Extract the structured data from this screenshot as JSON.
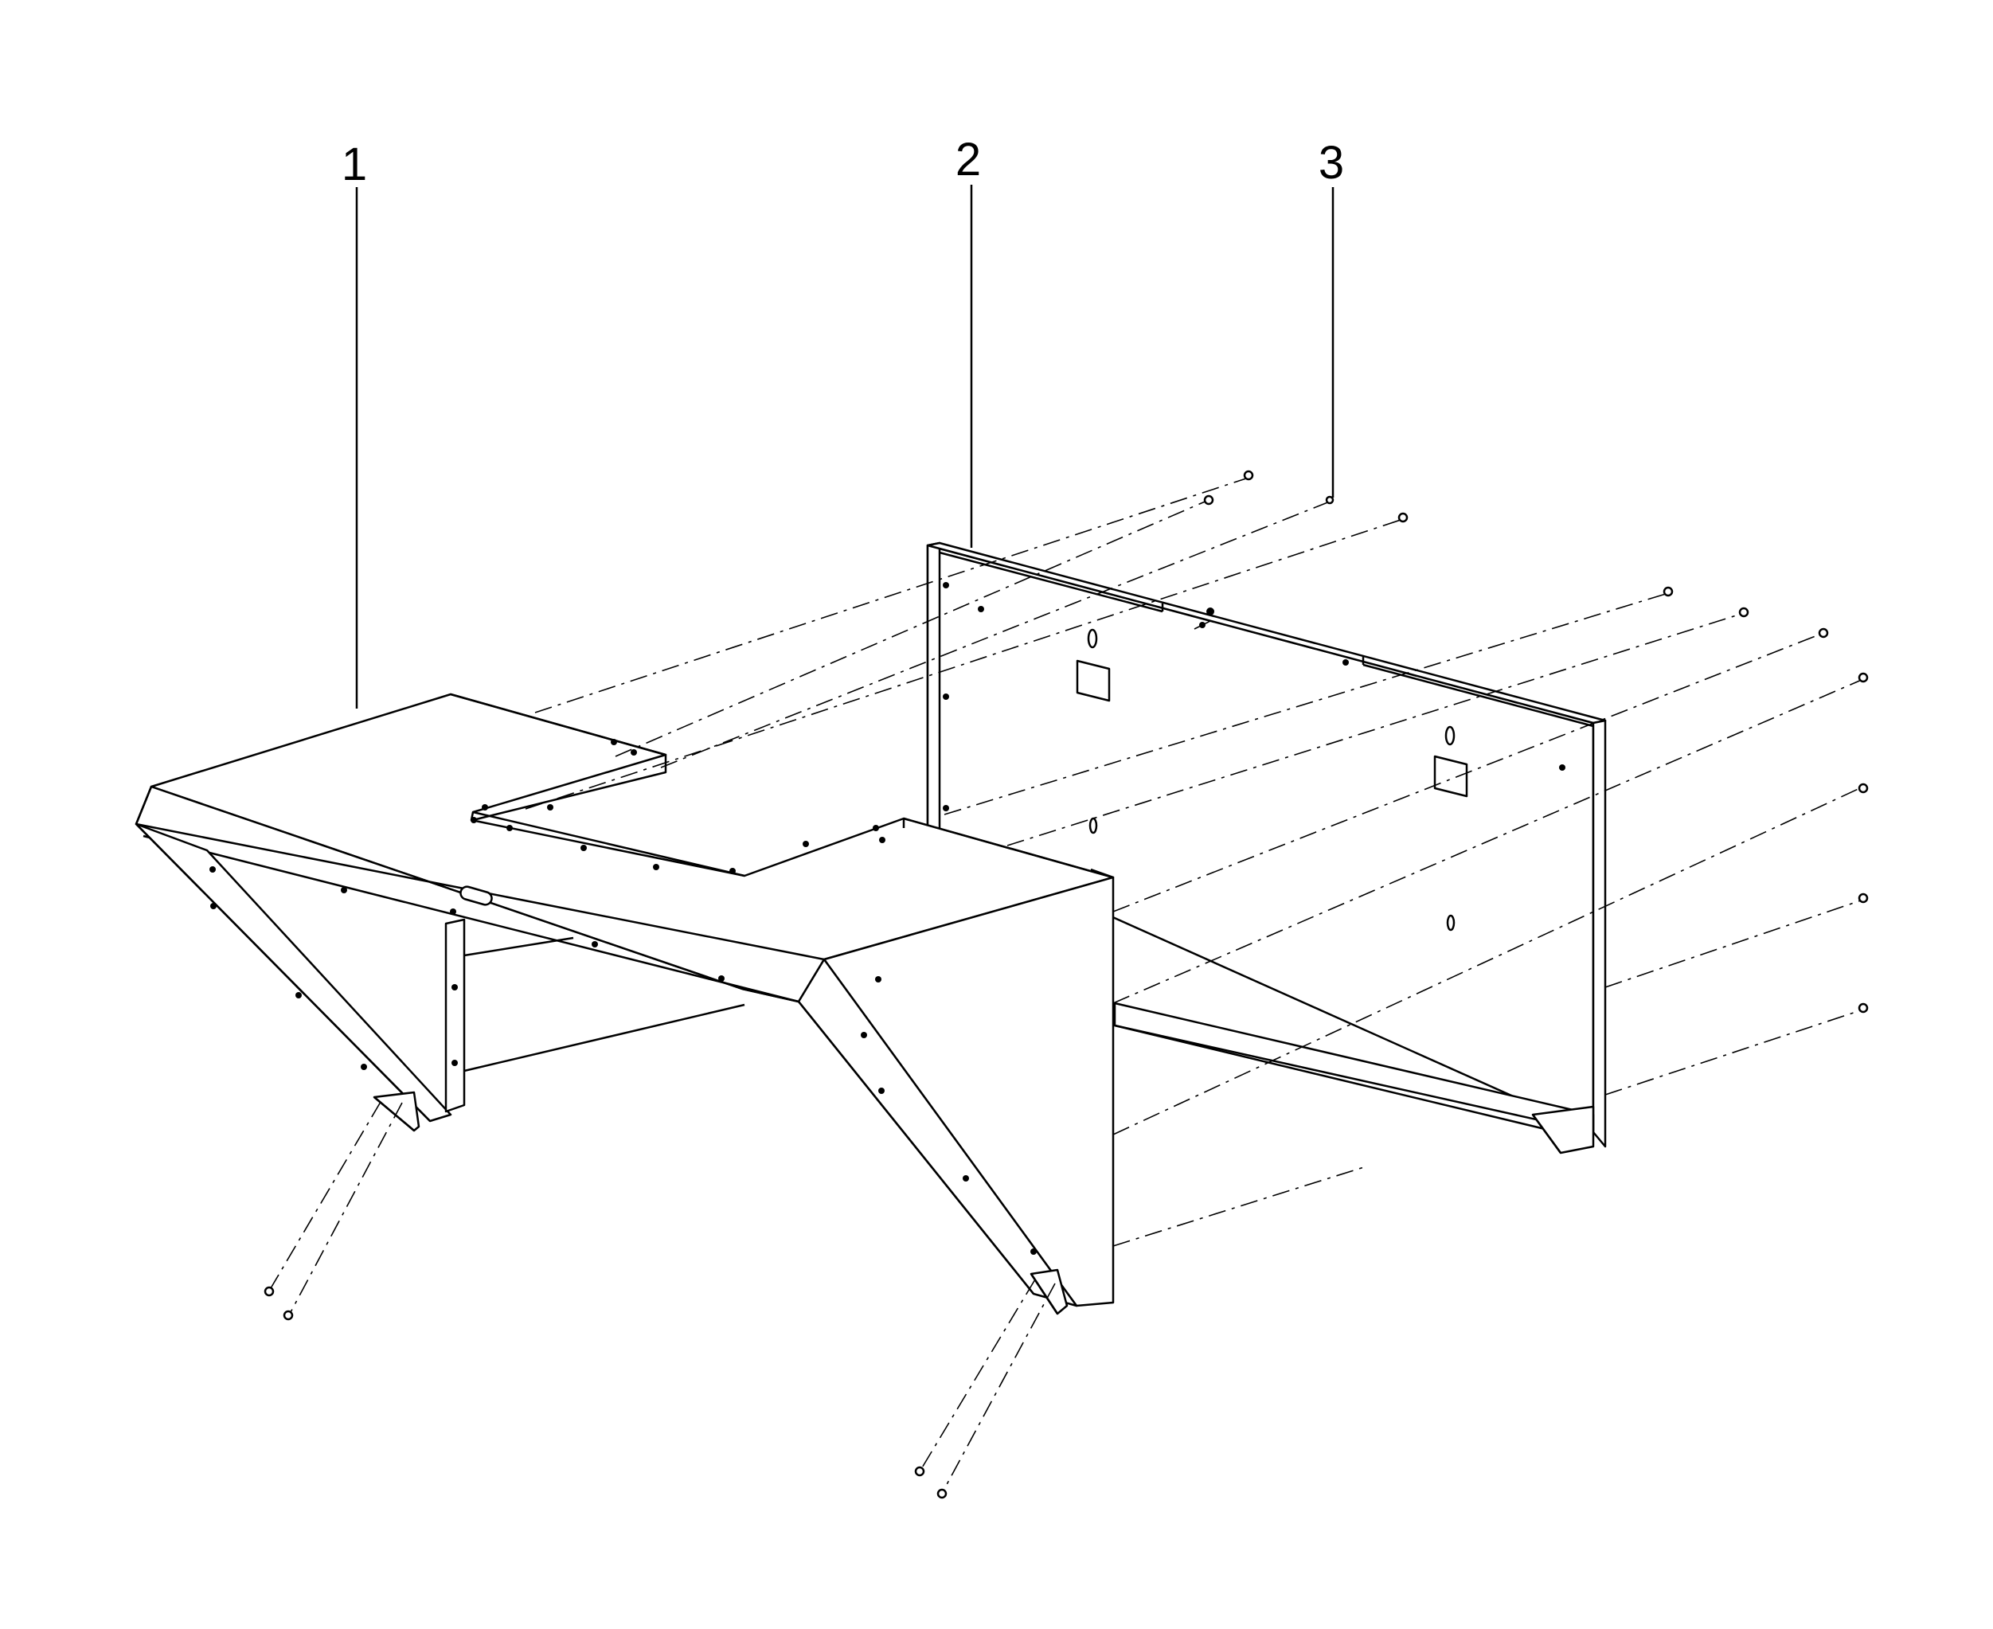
{
  "callouts": [
    {
      "id": "1",
      "label": "1"
    },
    {
      "id": "2",
      "label": "2"
    },
    {
      "id": "3",
      "label": "3"
    }
  ],
  "colors": {
    "line": "#000000",
    "background": "#ffffff",
    "fill": "#ffffff"
  },
  "parts": [
    "frame-assembly",
    "back-panel",
    "screw"
  ]
}
